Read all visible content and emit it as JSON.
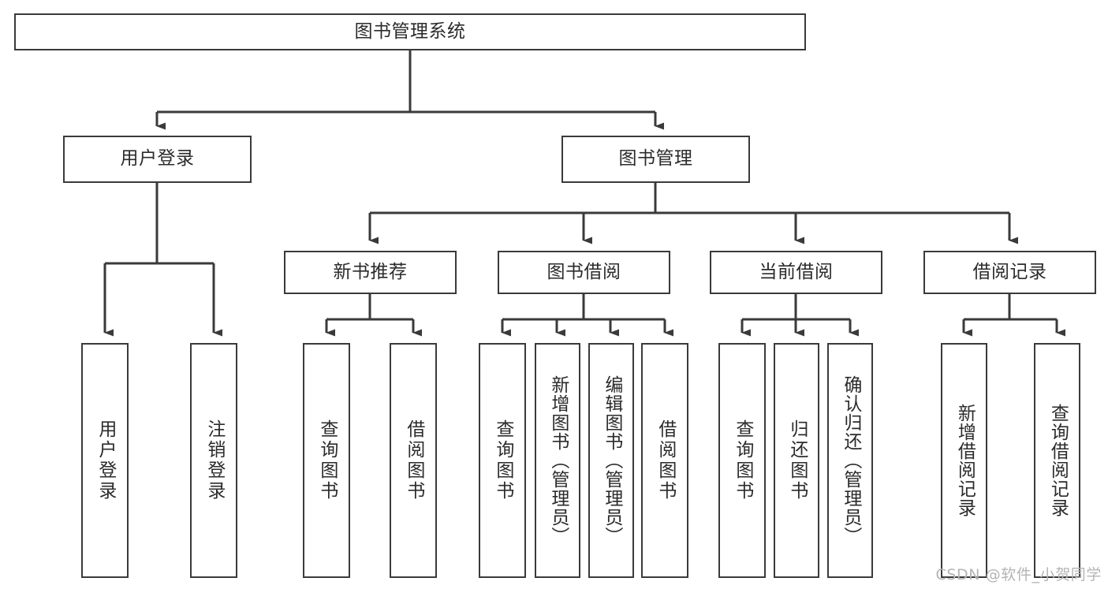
{
  "diagram": {
    "title": "图书管理系统",
    "type": "tree-hierarchy-diagram",
    "watermark": "CSDN @软件_小贺同学",
    "colors": {
      "background": "#ffffff",
      "box_border": "#3a3a3a",
      "box_fill": "#ffffff",
      "text": "#2b2b2b",
      "connector": "#3a3a3a",
      "watermark": "#b4b4b4"
    },
    "root": {
      "label": "图书管理系统"
    },
    "level1": [
      {
        "id": "user-login",
        "label": "用户登录"
      },
      {
        "id": "book-management",
        "label": "图书管理"
      }
    ],
    "level2": [
      {
        "id": "new-book-recommend",
        "label": "新书推荐"
      },
      {
        "id": "book-borrow",
        "label": "图书借阅"
      },
      {
        "id": "current-borrow",
        "label": "当前借阅"
      },
      {
        "id": "borrow-record",
        "label": "借阅记录"
      }
    ],
    "leaves": {
      "user_login": [
        {
          "id": "leaf-user-login",
          "label": "用户登录"
        },
        {
          "id": "leaf-logout-login",
          "label": "注销登录"
        }
      ],
      "new_book_recommend": [
        {
          "id": "leaf-query-book-1",
          "label": "查询图书"
        },
        {
          "id": "leaf-borrow-book-1",
          "label": "借阅图书"
        }
      ],
      "book_borrow": [
        {
          "id": "leaf-query-book-2",
          "label": "查询图书"
        },
        {
          "id": "leaf-add-book",
          "label": "新增图书（管理员）"
        },
        {
          "id": "leaf-edit-book",
          "label": "编辑图书（管理员）"
        },
        {
          "id": "leaf-borrow-book-2",
          "label": "借阅图书"
        }
      ],
      "current_borrow": [
        {
          "id": "leaf-query-book-3",
          "label": "查询图书"
        },
        {
          "id": "leaf-return-book",
          "label": "归还图书"
        },
        {
          "id": "leaf-confirm-return",
          "label": "确认归还（管理员）"
        }
      ],
      "borrow_record": [
        {
          "id": "leaf-add-record",
          "label": "新增借阅记录"
        },
        {
          "id": "leaf-query-record",
          "label": "查询借阅记录"
        }
      ]
    }
  }
}
